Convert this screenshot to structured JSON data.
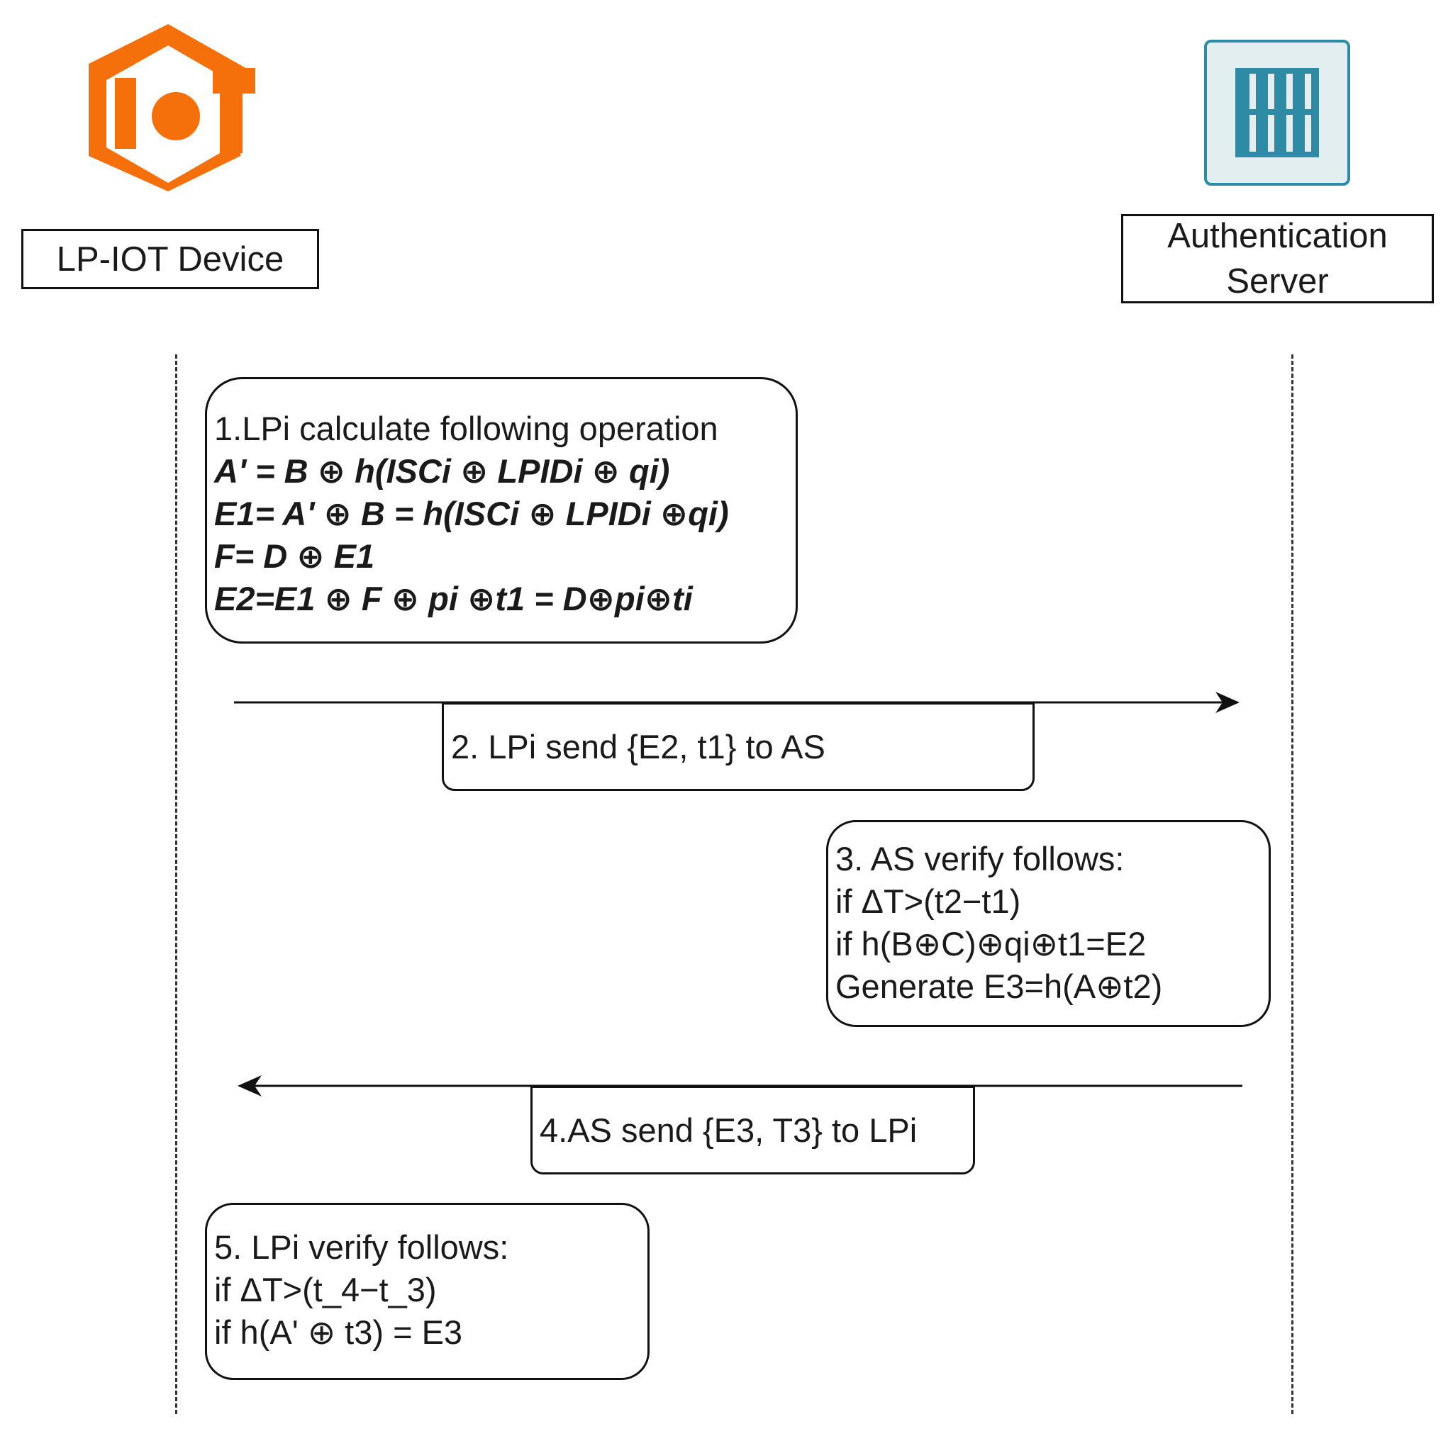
{
  "actors": {
    "device": {
      "label": "LP-IOT Device",
      "icon": "iot-hexagon-icon",
      "icon_color": "#F5700A"
    },
    "server": {
      "label_line1": "Authentication",
      "label_line2": "Server",
      "icon": "server-rack-icon",
      "icon_color": "#2E8BA6",
      "icon_bg": "#E3EEF1"
    }
  },
  "step1": {
    "title": "1.LPi calculate following operation",
    "lines": [
      "A' = B ⊕ h(ISCi ⊕ LPIDi ⊕ qi)",
      "E1= A' ⊕ B = h(ISCi ⊕ LPIDi ⊕qi)",
      "F= D ⊕ E1",
      "E2=E1 ⊕ F ⊕ pi ⊕t1 = D⊕pi⊕ti"
    ]
  },
  "step2": {
    "label": "2. LPi send {E2, t1} to AS"
  },
  "step3": {
    "lines": [
      "3. AS verify follows:",
      "if ΔT>(t2−t1)",
      "if h(B⊕C)⊕qi⊕t1=E2",
      "Generate E3=h(A⊕t2)"
    ]
  },
  "step4": {
    "label": "4.AS send {E3, T3} to LPi"
  },
  "step5": {
    "lines": [
      "5. LPi verify follows:",
      "if ΔT>(t_4−t_3)",
      "if h(A' ⊕ t3) = E3"
    ]
  }
}
